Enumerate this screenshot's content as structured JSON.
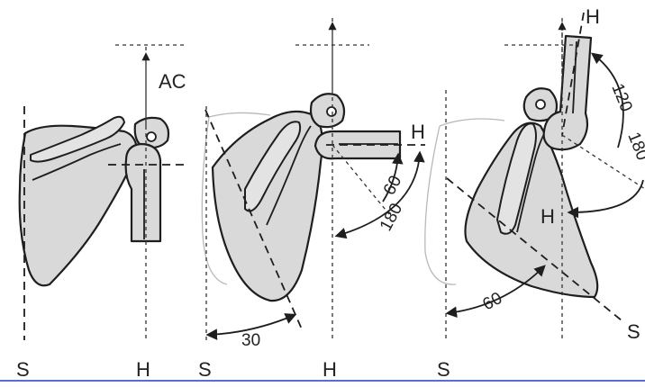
{
  "labels": {
    "left": {
      "acromion": "AC",
      "scapula_axis": "S",
      "humerus_axis": "H"
    },
    "middle": {
      "scapula_axis": "S",
      "humerus_axis": "H",
      "humerus_arm": "H",
      "scapula_angle": "30",
      "humerus_angle": "60",
      "total_angle": "180"
    },
    "right": {
      "scapula_axis": "S",
      "scapula_line": "S",
      "humerus_top": "H",
      "humerus_arc": "H",
      "humerus_angle": "120",
      "total_angle": "180",
      "scapula_angle": "60"
    }
  },
  "colors": {
    "bone_fill": "#d9d9d9",
    "line": "#1e1e1e",
    "bottom_rule": "#5b6bd8"
  }
}
